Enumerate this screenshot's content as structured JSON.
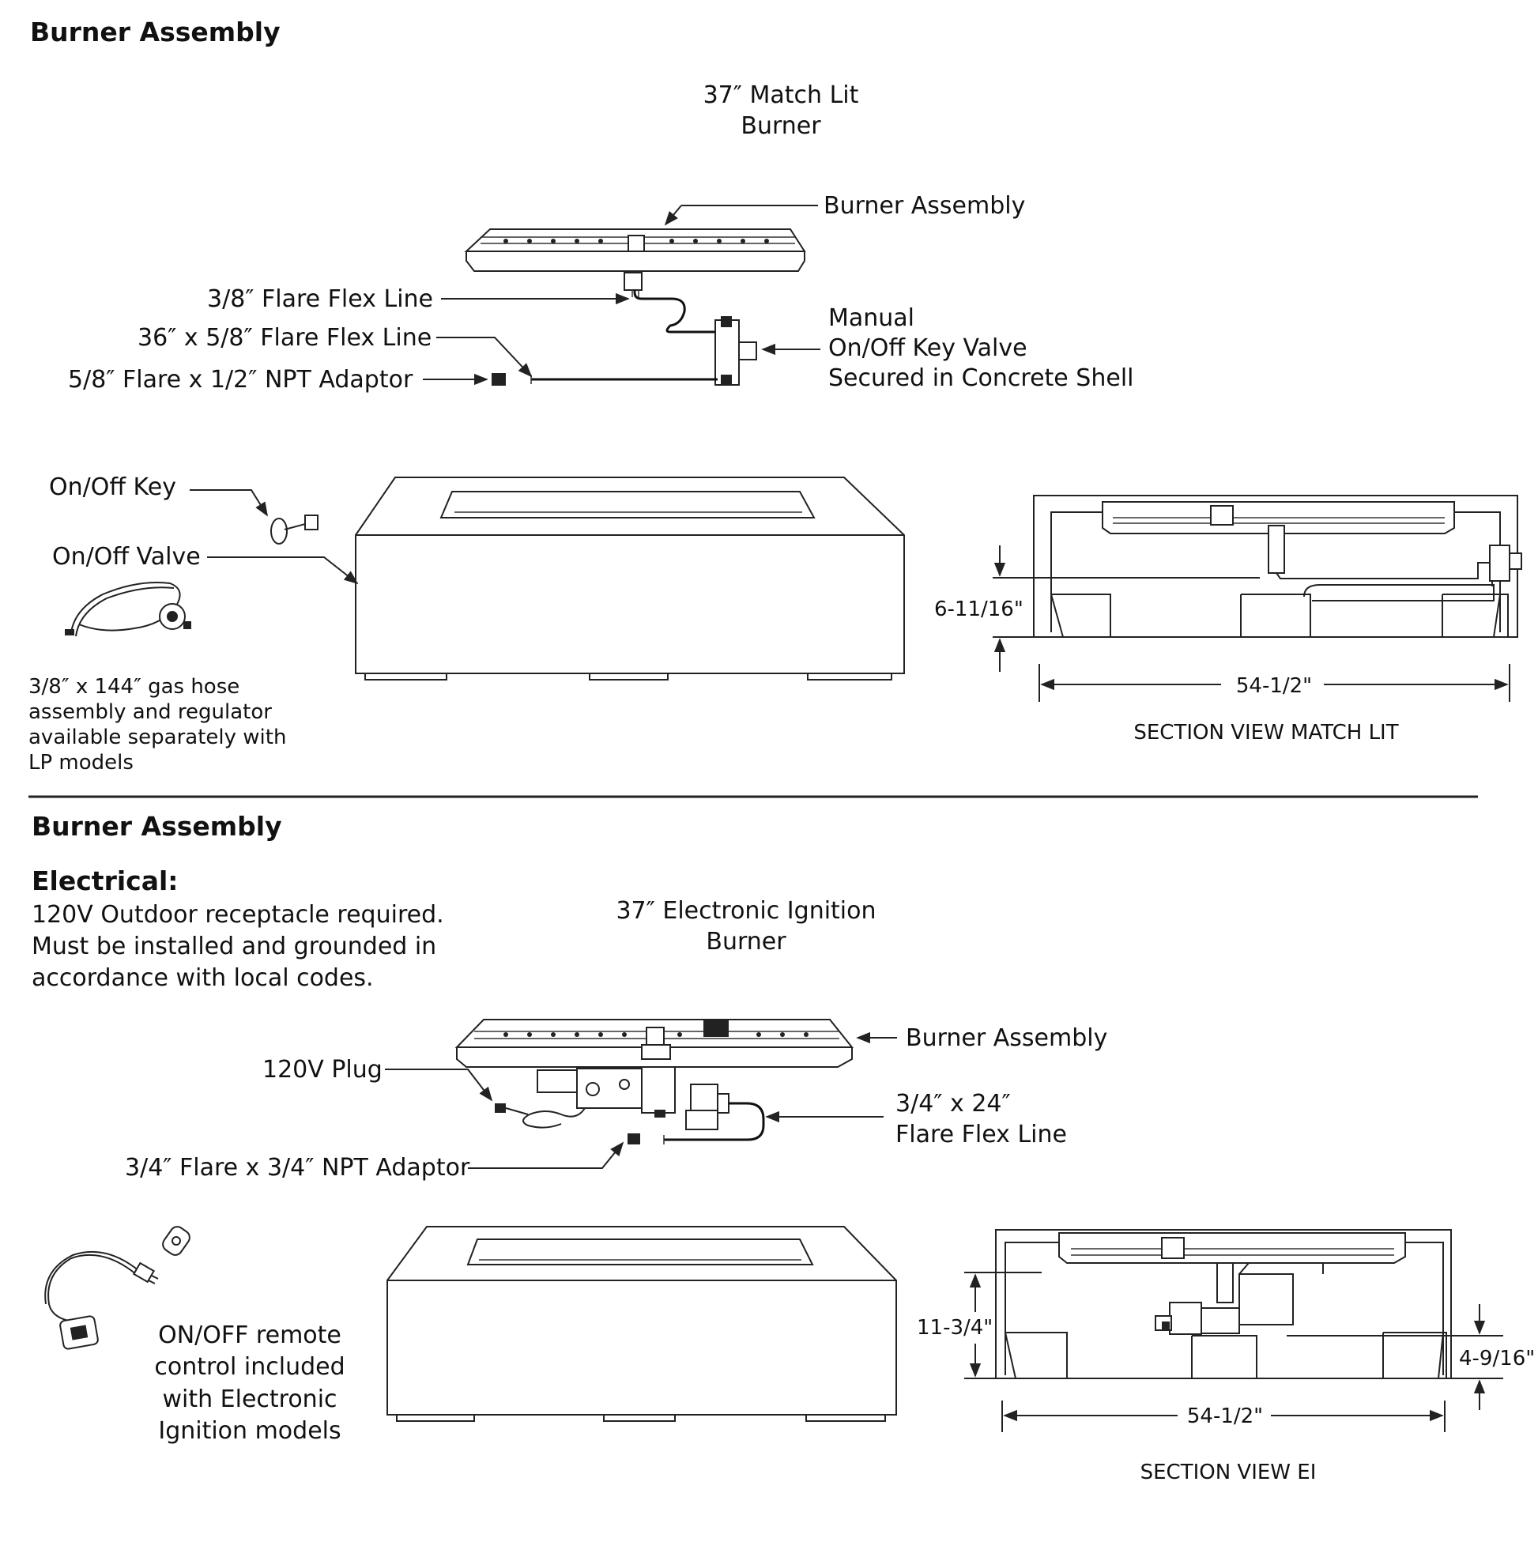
{
  "top": {
    "heading": "Burner Assembly",
    "burner_title": [
      "37″ Match Lit",
      "Burner"
    ],
    "labels": {
      "burner_assembly": "Burner Assembly",
      "flex_38": "3/8″ Flare Flex Line",
      "flex_36": "36″ x 5/8″ Flare Flex Line",
      "adaptor": "5/8″ Flare x 1/2″ NPT Adaptor",
      "valve_lines": [
        "Manual",
        "On/Off Key Valve",
        "Secured in Concrete Shell"
      ],
      "onoff_key": "On/Off Key",
      "onoff_valve": "On/Off Valve",
      "hose_note": [
        "3/8″ x 144″ gas hose",
        "assembly and regulator",
        "available separately with",
        "LP models"
      ]
    },
    "section": {
      "height": "6-11/16\"",
      "width": "54-1/2\"",
      "caption": "SECTION VIEW MATCH LIT"
    }
  },
  "bottom": {
    "heading": "Burner Assembly",
    "electrical_heading": "Electrical:",
    "electrical_lines": [
      "120V Outdoor receptacle required.",
      "Must be installed and grounded in",
      "accordance with local codes."
    ],
    "burner_title": [
      "37″ Electronic Ignition",
      "Burner"
    ],
    "labels": {
      "burner_assembly": "Burner Assembly",
      "plug": "120V Plug",
      "flex_lines": [
        "3/4″ x 24″",
        "Flare Flex Line"
      ],
      "adaptor": "3/4″ Flare x 3/4″ NPT Adaptor",
      "remote_note": [
        "ON/OFF remote",
        "control included",
        "with Electronic",
        "Ignition models"
      ]
    },
    "section": {
      "height": "11-3/4\"",
      "side": "4-9/16\"",
      "width": "54-1/2\"",
      "caption": "SECTION VIEW EI"
    }
  }
}
